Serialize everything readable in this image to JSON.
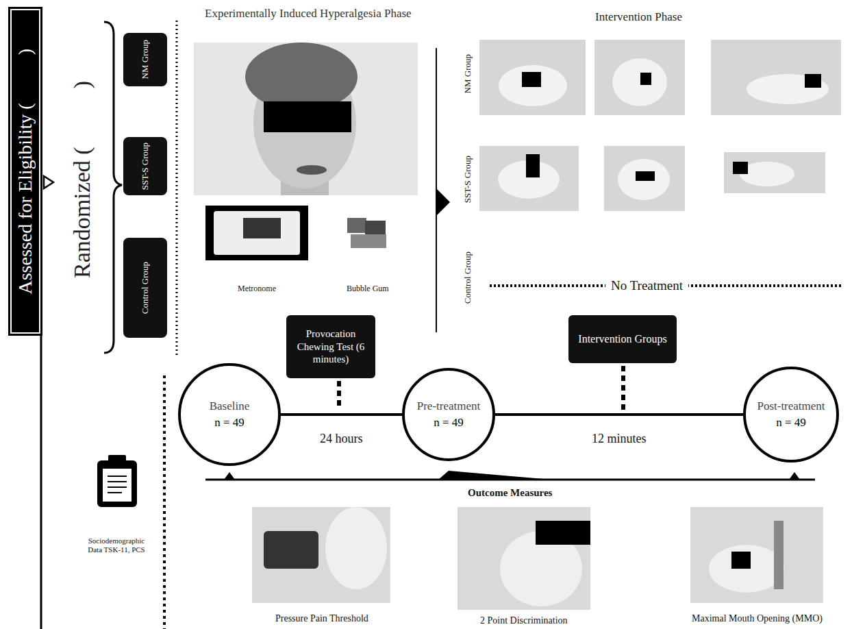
{
  "diagram": {
    "nodes": [
      {
        "text": [
          "Assessed for Eligibility (          )"
        ]
      },
      {
        "text": [
          "NM Group"
        ]
      },
      {
        "text": [
          "SST-S Group"
        ]
      },
      {
        "text": [
          "Control Group"
        ]
      },
      {
        "text": [
          "Provocation Chewing Test (6 minutes)"
        ]
      },
      {
        "text": [
          "Intervention Groups"
        ]
      },
      {
        "text": [
          "Baseline",
          "n = 49"
        ]
      },
      {
        "text": [
          "Pre-treatment",
          "n = 49"
        ]
      },
      {
        "text": [
          "Post-treatment",
          "n = 49"
        ]
      }
    ],
    "edges": [
      {
        "from": 6,
        "to": 7,
        "arrow": "none",
        "label": "24 hours"
      },
      {
        "from": 7,
        "to": 8,
        "arrow": "none",
        "label": "12 minutes"
      }
    ],
    "labels": [
      "Randomized (          )",
      "Experimentally Induced Hyperalgesia Phase",
      "Metronome",
      "Bubble Gum",
      "Intervention Phase",
      "NM Group",
      "SST-S Group",
      "Control Group",
      "No Treatment",
      "Outcome Measures",
      "Pressure Pain Threshold",
      "2 Point Discrimination",
      "Maximal Mouth Opening (MMO)",
      "Sociodemographic Data TSK-11, PCS"
    ]
  }
}
